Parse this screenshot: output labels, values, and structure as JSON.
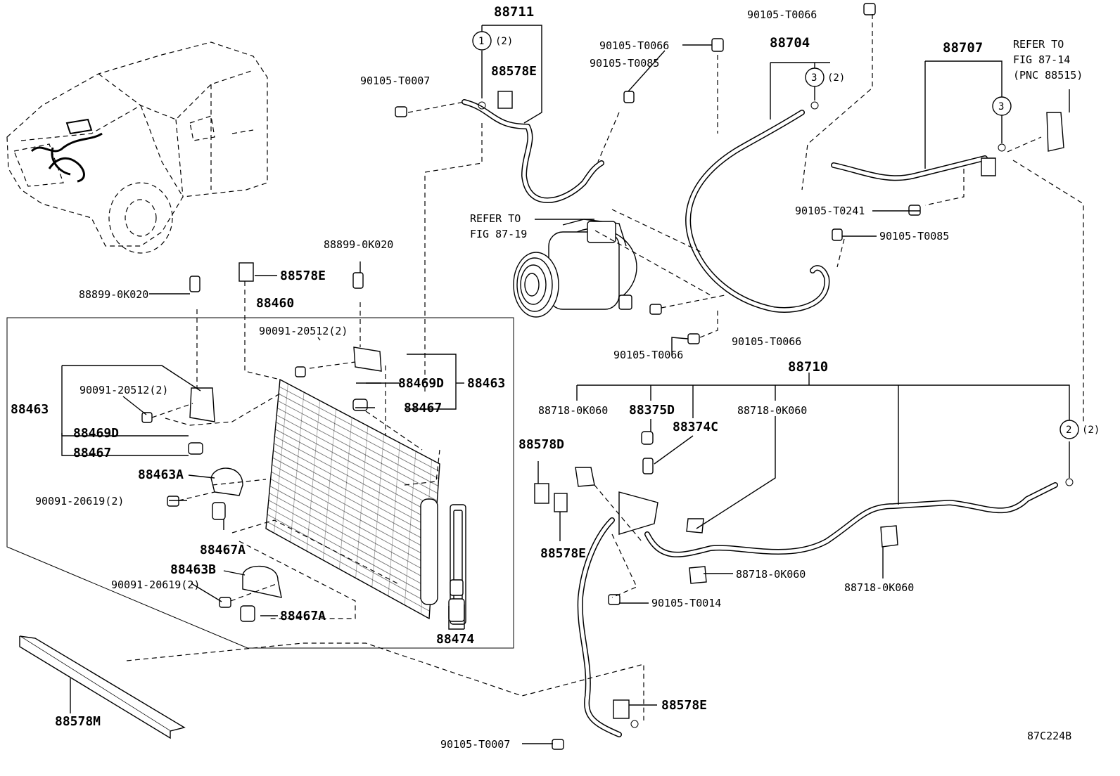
{
  "diagram_code": "87C224B",
  "labels": {
    "l88711": "88711",
    "l1_2": "1",
    "l1_2q": "(2)",
    "l88578E_a": "88578E",
    "l90105_T0007_a": "90105-T0007",
    "l90105_T0066_top": "90105-T0066",
    "l90105_T0066_b": "90105-T0066",
    "l90105_T0085_a": "90105-T0085",
    "l88704": "88704",
    "l3_2": "3",
    "l3_2q": "(2)",
    "l88707": "88707",
    "l3": "3",
    "refer_a1": "REFER TO",
    "refer_a2": "FIG 87-14",
    "refer_a3": "(PNC 88515)",
    "refer_b1": "REFER TO",
    "refer_b2": "FIG 87-19",
    "l90105_T0241": "90105-T0241",
    "l90105_T0085_b": "90105-T0085",
    "l88899_0K020_a": "88899-0K020",
    "l88899_0K020_b": "88899-0K020",
    "l88578E_b": "88578E",
    "l88460": "88460",
    "l90091_20512_a": "90091-20512(2)",
    "l90091_20512_b": "90091-20512(2)",
    "l88469D_a": "88469D",
    "l88463_a": "88463",
    "l88463_b": "88463",
    "l88467_a": "88467",
    "l88469D_b": "88469D",
    "l88467_b": "88467",
    "l88463A": "88463A",
    "l90091_20619_a": "90091-20619(2)",
    "l88467A_a": "88467A",
    "l88463B": "88463B",
    "l90091_20619_b": "90091-20619(2)",
    "l88467A_b": "88467A",
    "l88474": "88474",
    "l88578M": "88578M",
    "l90105_T0066_c": "90105-T0066",
    "l90105_T0066_d": "90105-T0066",
    "l88710": "88710",
    "l88718_0K060_a": "88718-0K060",
    "l88375D": "88375D",
    "l88718_0K060_b": "88718-0K060",
    "l88374C": "88374C",
    "l88578D": "88578D",
    "l2": "2",
    "l2q": "(2)",
    "l88578E_c": "88578E",
    "l88718_0K060_c": "88718-0K060",
    "l88718_0K060_d": "88718-0K060",
    "l90105_T0014": "90105-T0014",
    "l88578E_d": "88578E",
    "l90105_T0007_b": "90105-T0007"
  }
}
